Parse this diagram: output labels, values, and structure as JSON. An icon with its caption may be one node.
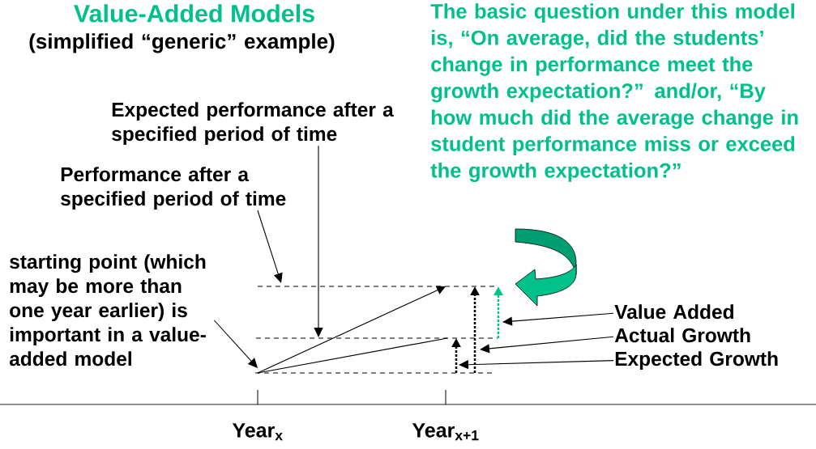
{
  "diagram": {
    "title": "Value-Added Models",
    "nodes": [
      {
        "text": [
          "Expected performance after a specified period of time"
        ]
      },
      {
        "text": [
          "Performance after a specified period of time"
        ]
      },
      {
        "text": [
          "starting point (which may be more than one year earlier) is important in a value-added model"
        ]
      },
      {
        "text": [
          "Value Added"
        ]
      },
      {
        "text": [
          "Actual Growth"
        ]
      },
      {
        "text": [
          "Expected Growth"
        ]
      }
    ],
    "edges": [
      {
        "from": 0,
        "to": null,
        "arrow": "to"
      },
      {
        "from": 1,
        "to": null,
        "arrow": "to"
      },
      {
        "from": 2,
        "to": null,
        "arrow": "to"
      },
      {
        "from": 3,
        "to": null,
        "arrow": "to"
      },
      {
        "from": 4,
        "to": null,
        "arrow": "to"
      },
      {
        "from": 5,
        "to": null,
        "arrow": "to"
      }
    ],
    "labels": [
      "(simplified “generic” example)",
      "The basic question under this model is, “On average, did the students’ change in performance meet the growth expectation?” and/or, “By how much did the average change in student performance miss or exceed the growth expectation?”",
      "Year$_{x}$",
      "Year$_{x+1}$"
    ]
  }
}
